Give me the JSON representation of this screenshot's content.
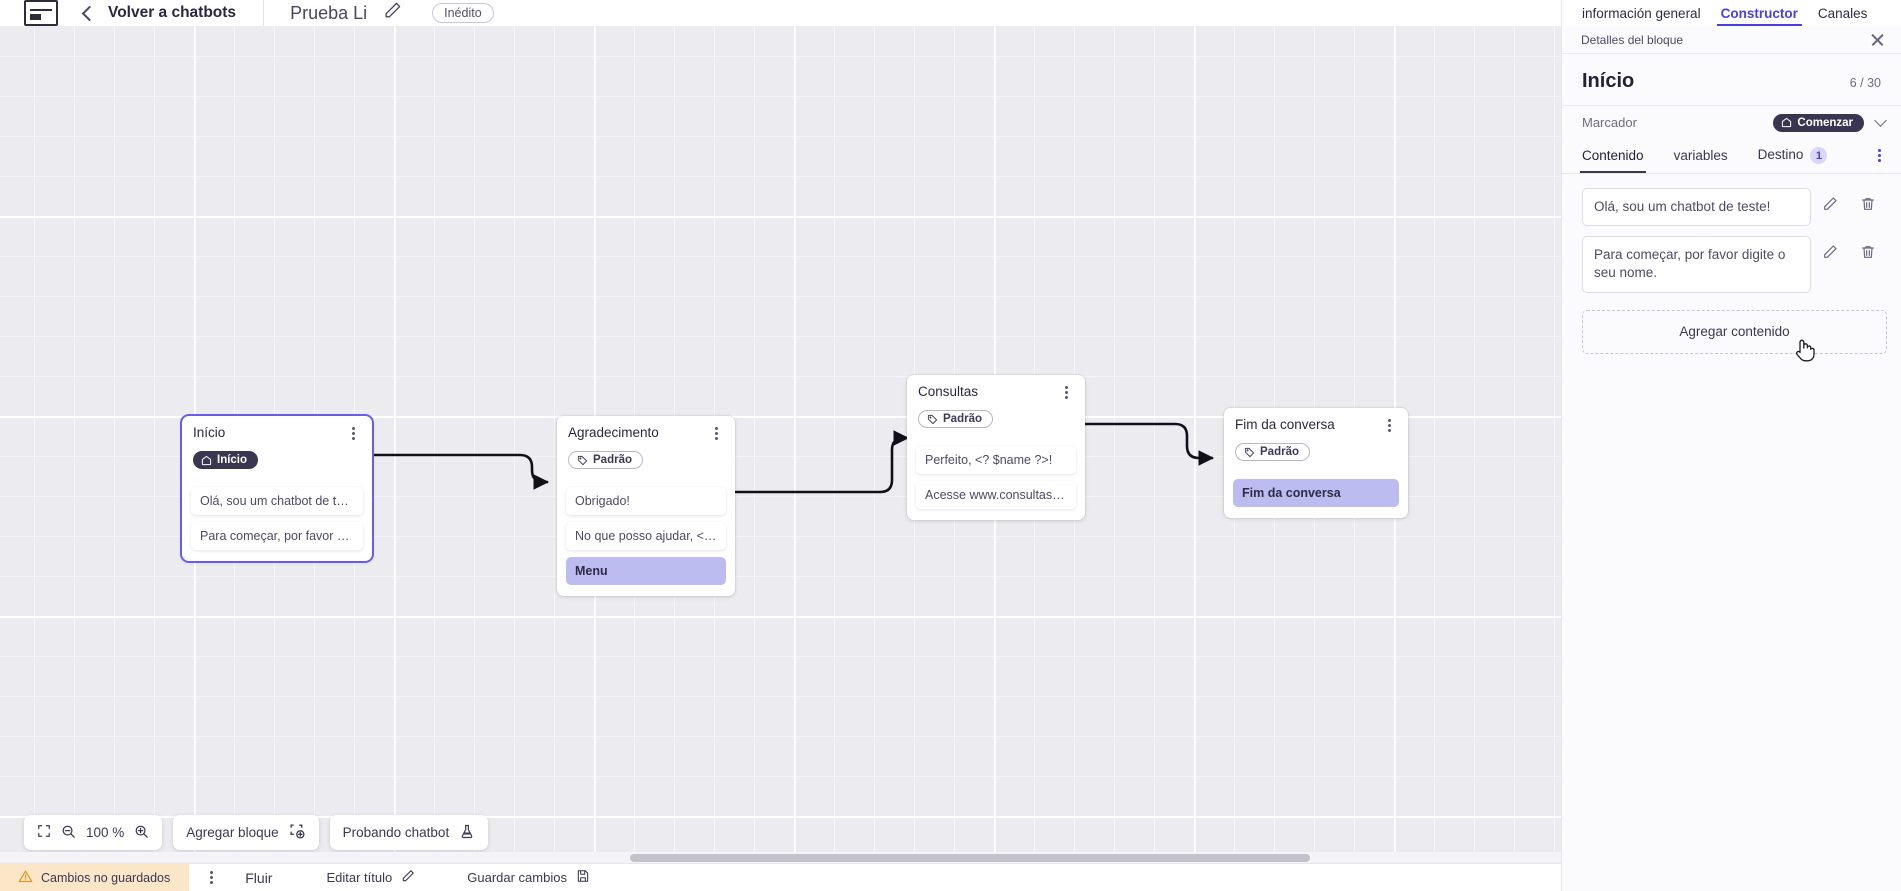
{
  "topbar": {
    "logo_icon": "app-logo-icon",
    "back_icon": "chevron-left-icon",
    "back_label": "Volver a chatbots",
    "bot_title": "Prueba Li",
    "edit_icon": "pencil-icon",
    "status_chip": "Inédito"
  },
  "canvas": {
    "zoom_level": "100 %",
    "fit_icon": "fit-screen-icon",
    "zoom_out_icon": "zoom-out-icon",
    "zoom_in_icon": "zoom-in-icon",
    "add_block_label": "Agregar bloque",
    "add_block_icon": "add-block-icon",
    "test_bot_label": "Probando chatbot",
    "test_bot_icon": "flask-icon",
    "nodes": [
      {
        "id": "inicio",
        "title": "Início",
        "badge": "Início",
        "badge_icon": "home-icon",
        "badge_style": "dark",
        "selected": true,
        "messages": [
          {
            "text": "Olá, sou um chatbot de teste!",
            "accent": false
          },
          {
            "text": "Para começar, por favor digite o ...",
            "accent": false
          }
        ]
      },
      {
        "id": "agradecimento",
        "title": "Agradecimento",
        "badge": "Padrão",
        "badge_icon": "tag-icon",
        "badge_style": "outline",
        "selected": false,
        "messages": [
          {
            "text": "Obrigado!",
            "accent": false
          },
          {
            "text": "No que posso ajudar, <? $name ...",
            "accent": false
          },
          {
            "text": "Menu",
            "accent": true
          }
        ]
      },
      {
        "id": "consultas",
        "title": "Consultas",
        "badge": "Padrão",
        "badge_icon": "tag-icon",
        "badge_style": "outline",
        "selected": false,
        "messages": [
          {
            "text": "Perfeito, <? $name ?>!",
            "accent": false
          },
          {
            "text": "Acesse www.consultas.com par...",
            "accent": false
          }
        ]
      },
      {
        "id": "fim",
        "title": "Fim da conversa",
        "badge": "Padrão",
        "badge_icon": "tag-icon",
        "badge_style": "outline",
        "selected": false,
        "messages": [
          {
            "text": "Fim da conversa",
            "accent": true
          }
        ]
      }
    ]
  },
  "bottombar": {
    "warning_icon": "warning-triangle-icon",
    "warning_label": "Cambios no guardados",
    "menu_icon": "kebab-menu-icon",
    "flow_tab": "Fluir",
    "edit_title_label": "Editar título",
    "edit_title_icon": "pencil-icon",
    "save_label": "Guardar cambios",
    "save_icon": "save-disk-icon"
  },
  "panel": {
    "tabs": [
      {
        "label": "información general",
        "active": false
      },
      {
        "label": "Constructor",
        "active": true
      },
      {
        "label": "Canales",
        "active": false
      }
    ],
    "subhead": "Detalles del bloque",
    "close_icon": "close-icon",
    "block_title": "Início",
    "block_count": "6 / 30",
    "marker_label": "Marcador",
    "marker_badge": "Comenzar",
    "marker_badge_icon": "home-icon",
    "marker_chevron_icon": "chevron-down-icon",
    "inner_tabs": [
      {
        "label": "Contenido",
        "badge": "",
        "active": true
      },
      {
        "label": "variables",
        "badge": "",
        "active": false
      },
      {
        "label": "Destino",
        "badge": "1",
        "active": false
      }
    ],
    "overflow_icon": "kebab-menu-icon",
    "contents": [
      {
        "text": "Olá, sou um chatbot de teste!",
        "edit_icon": "pencil-icon",
        "delete_icon": "trash-icon"
      },
      {
        "text": "Para começar, por favor digite o seu nome.",
        "edit_icon": "pencil-icon",
        "delete_icon": "trash-icon"
      }
    ],
    "add_content_label": "Agregar contenido"
  },
  "colors": {
    "accent": "#4a3ee0",
    "node_accent": "#bdbcf0",
    "badge_dark": "#3a3550",
    "warning_bg": "#fbe6c8"
  }
}
